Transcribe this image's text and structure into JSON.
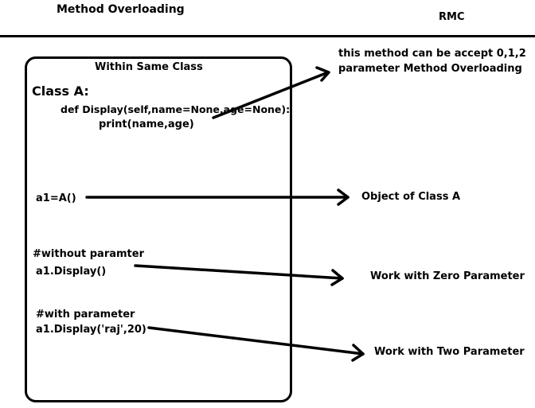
{
  "header": {
    "title": "Method Overloading",
    "author": "RMC"
  },
  "box": {
    "heading": "Within Same Class",
    "class_decl": "Class A:",
    "method_def": "def Display(self,name=None,age=None):",
    "method_body": "print(name,age)",
    "object_line": "a1=A()",
    "comment_without": "#without paramter",
    "call_without": "a1.Display()",
    "comment_with": "#with parameter",
    "call_with": "a1.Display('raj',20)"
  },
  "notes": {
    "overload_line1": "this method can be accept 0,1,2",
    "overload_line2": "parameter Method Overloading",
    "object_note": "Object of Class A",
    "zero_note": "Work with Zero Parameter",
    "two_note": "Work with Two Parameter"
  },
  "colors": {
    "ink": "#000000",
    "background": "#ffffff"
  }
}
